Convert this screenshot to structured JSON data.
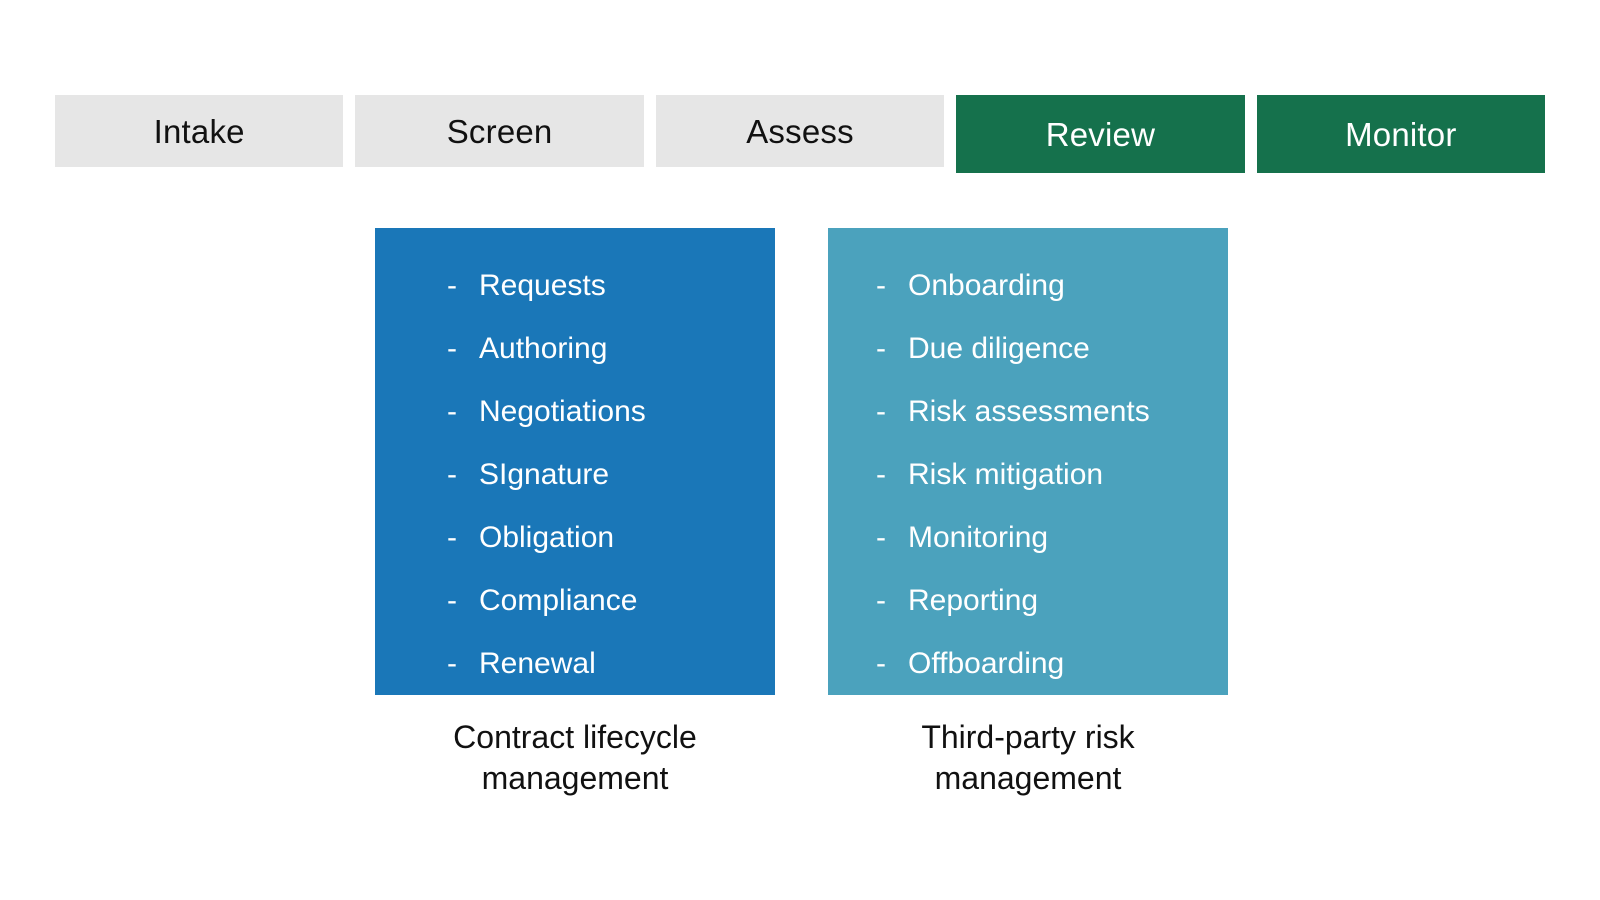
{
  "stages": {
    "items": [
      {
        "label": "Intake",
        "state": "inactive"
      },
      {
        "label": "Screen",
        "state": "inactive"
      },
      {
        "label": "Assess",
        "state": "inactive"
      },
      {
        "label": "Review",
        "state": "active"
      },
      {
        "label": "Monitor",
        "state": "active"
      }
    ],
    "colors": {
      "inactive_bg": "#e6e6e6",
      "inactive_text": "#111111",
      "active_bg": "#15714c",
      "active_text": "#ffffff"
    }
  },
  "panels": [
    {
      "accent": "#1a77b8",
      "bullet_prefix": "-",
      "items": [
        "Requests",
        "Authoring",
        "Negotiations",
        "SIgnature",
        "Obligation",
        "Compliance",
        "Renewal"
      ],
      "caption_line1": "Contract lifecycle",
      "caption_line2": "management"
    },
    {
      "accent": "#4ba2bd",
      "bullet_prefix": "-",
      "items": [
        "Onboarding",
        "Due diligence",
        "Risk assessments",
        "Risk mitigation",
        "Monitoring",
        "Reporting",
        "Offboarding"
      ],
      "caption_line1": "Third-party risk",
      "caption_line2": "management"
    }
  ]
}
